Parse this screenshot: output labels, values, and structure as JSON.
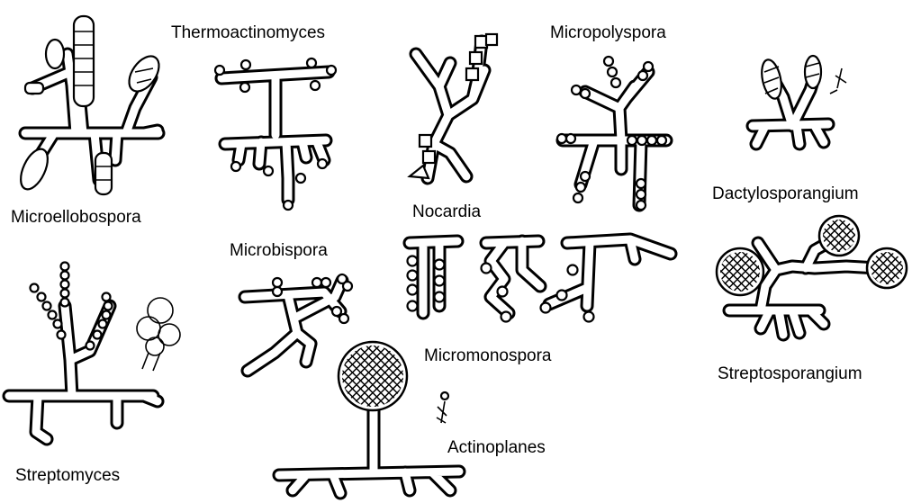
{
  "labels": {
    "thermoactinomyces": "Thermoactinomyces",
    "micropolyspora": "Micropolyspora",
    "microellobospora": "Microellobospora",
    "dactylosporangium": "Dactylosporangium",
    "nocardia": "Nocardia",
    "microbispora": "Microbispora",
    "micromonospora": "Micromonospora",
    "streptosporangium": "Streptosporangium",
    "streptomyces": "Streptomyces",
    "actinoplanes": "Actinoplanes"
  }
}
